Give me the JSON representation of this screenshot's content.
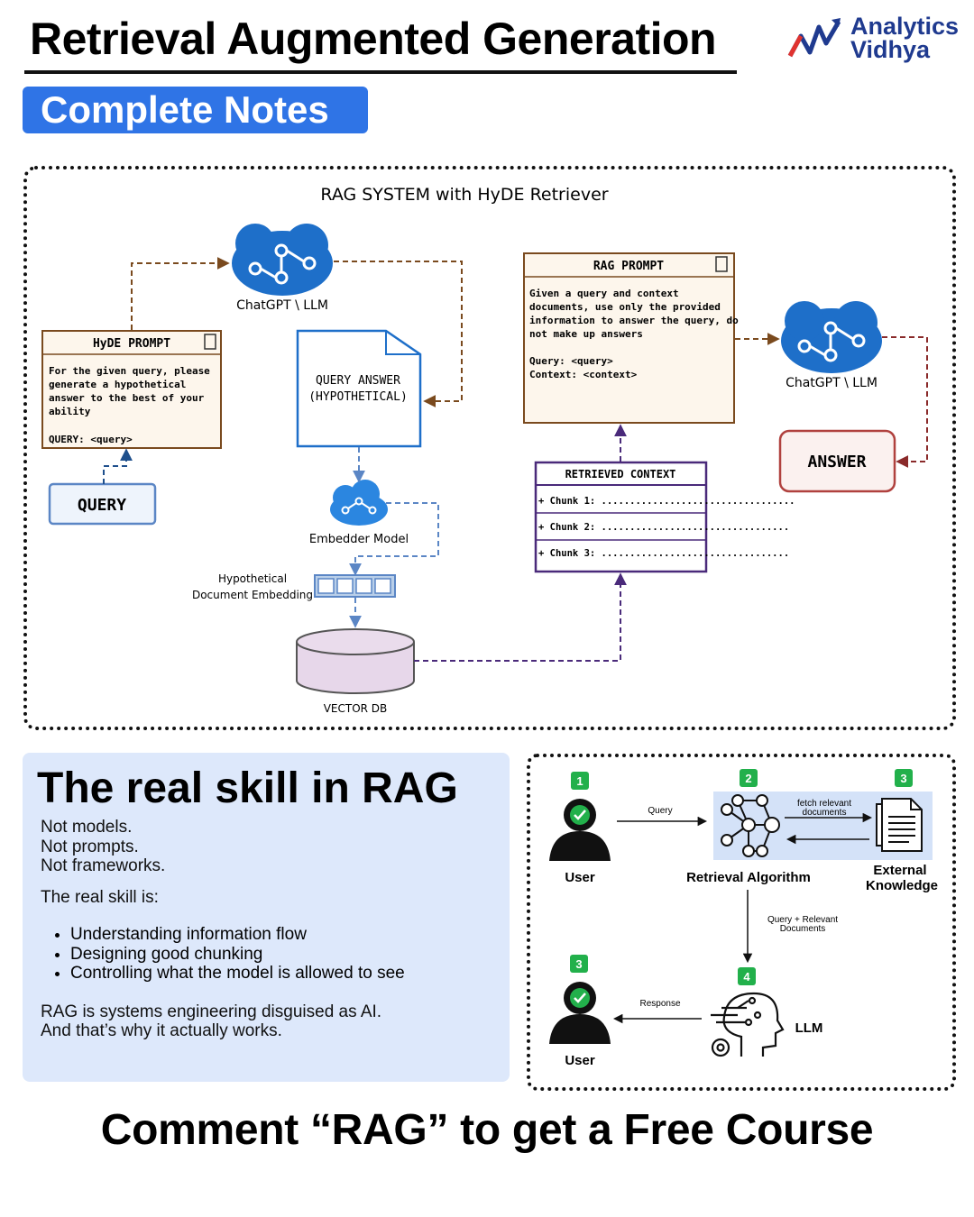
{
  "header": {
    "title": "Retrieval Augmented Generation",
    "badge": "Complete Notes",
    "logo_line1": "Analytics",
    "logo_line2": "Vidhya"
  },
  "hyde": {
    "title": "RAG SYSTEM with HyDE Retriever",
    "llm_label_1": "ChatGPT \\ LLM",
    "llm_label_2": "ChatGPT \\ LLM",
    "hyde_prompt_title": "HyDE PROMPT",
    "hyde_prompt_body": [
      "For the given query, please",
      "generate a hypothetical",
      "answer to the best of your",
      "ability"
    ],
    "hyde_prompt_query": "QUERY: <query>",
    "query_label": "QUERY",
    "query_answer_line1": "QUERY ANSWER",
    "query_answer_line2": "(HYPOTHETICAL)",
    "embedder_label": "Embedder Model",
    "embedding_label_1": "Hypothetical",
    "embedding_label_2": "Document Embedding",
    "vector_db_label": "VECTOR DB",
    "rag_prompt_title": "RAG PROMPT",
    "rag_prompt_body": [
      "Given a query and context",
      "documents, use only the provided",
      "information to answer the query, do",
      "not make up answers"
    ],
    "rag_prompt_query": "Query: <query>",
    "rag_prompt_context": "Context: <context>",
    "retrieved_title": "RETRIEVED CONTEXT",
    "chunks": [
      "+ Chunk 1: ..................................",
      "+ Chunk 2: .................................",
      "+ Chunk 3: ................................."
    ],
    "answer_label": "ANSWER"
  },
  "skill": {
    "heading": "The real skill in RAG",
    "not_lines": [
      "Not models.",
      "Not prompts.",
      "Not frameworks."
    ],
    "intro": "The real skill is:",
    "bullets": [
      "Understanding information flow",
      "Designing good chunking",
      "Controlling what the model is allowed to see"
    ],
    "closing": [
      "RAG is systems engineering disguised as AI.",
      "And that’s why it actually works."
    ]
  },
  "flow": {
    "step1": "1",
    "step2": "2",
    "step3a": "3",
    "step3b": "3",
    "step4": "4",
    "user_top": "User",
    "user_bottom": "User",
    "retrieval_label": "Retrieval Algorithm",
    "external_line1": "External",
    "external_line2": "Knowledge",
    "llm_label": "LLM",
    "query_arrow": "Query",
    "fetch_line1": "fetch relevant",
    "fetch_line2": "documents",
    "relevant_line1": "Query + Relevant",
    "relevant_line2": "Documents",
    "response_arrow": "Response"
  },
  "footer": {
    "cta": "Comment “RAG” to get a Free Course"
  },
  "colors": {
    "badge_blue": "#2f74e6",
    "logo_blue": "#1f3a8f",
    "card_bg": "#dde8fb",
    "brain_blue": "#1e6fc9",
    "prompt_brown": "#7a4a1e",
    "context_purple": "#4a2a7a",
    "answer_red": "#b0413e",
    "step_green": "#22b04b"
  }
}
